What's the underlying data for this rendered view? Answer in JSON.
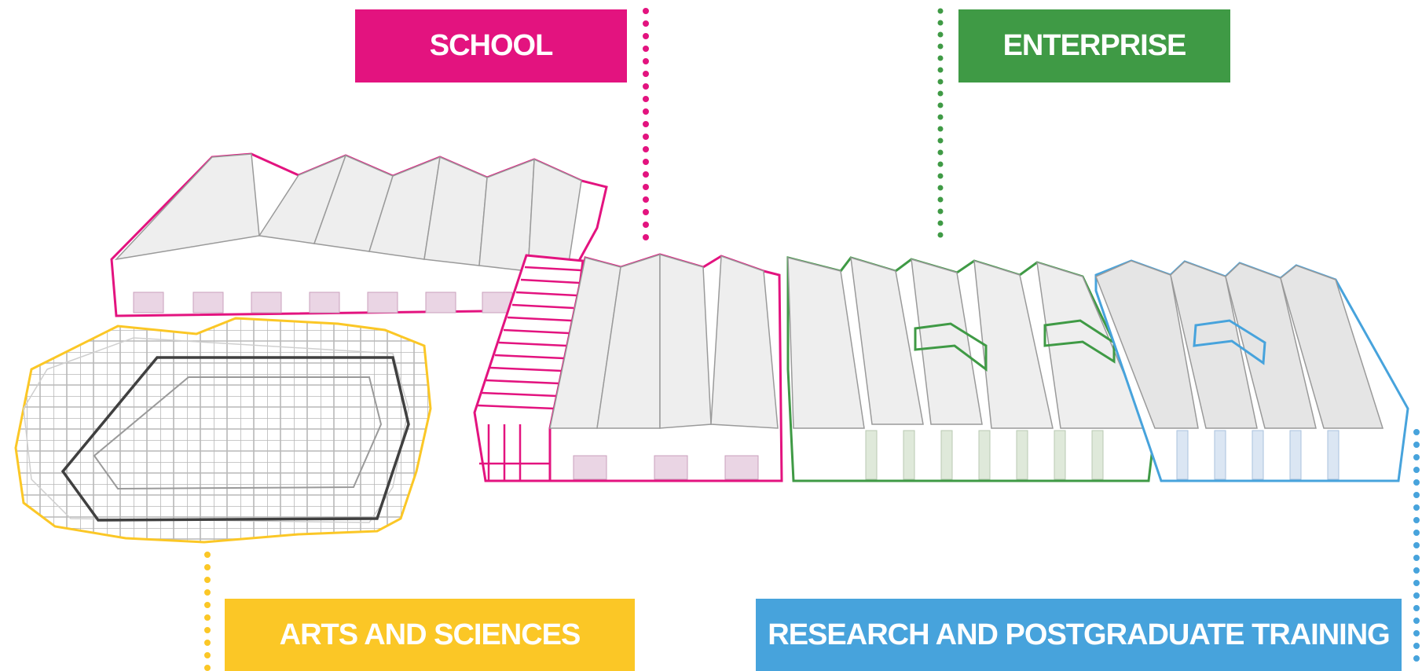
{
  "labels": {
    "school": "SCHOOL",
    "enterprise": "ENTERPRISE",
    "arts": "ARTS AND SCIENCES",
    "research": "RESEARCH AND POSTGRADUATE TRAINING"
  },
  "colors": {
    "school": "#e3137f",
    "enterprise": "#3f9a45",
    "arts": "#fbc726",
    "research": "#47a3dc",
    "roof_fill": "#eeeeee",
    "roof_stroke": "#9a9a9a",
    "window_fill": "#ead5e4"
  }
}
